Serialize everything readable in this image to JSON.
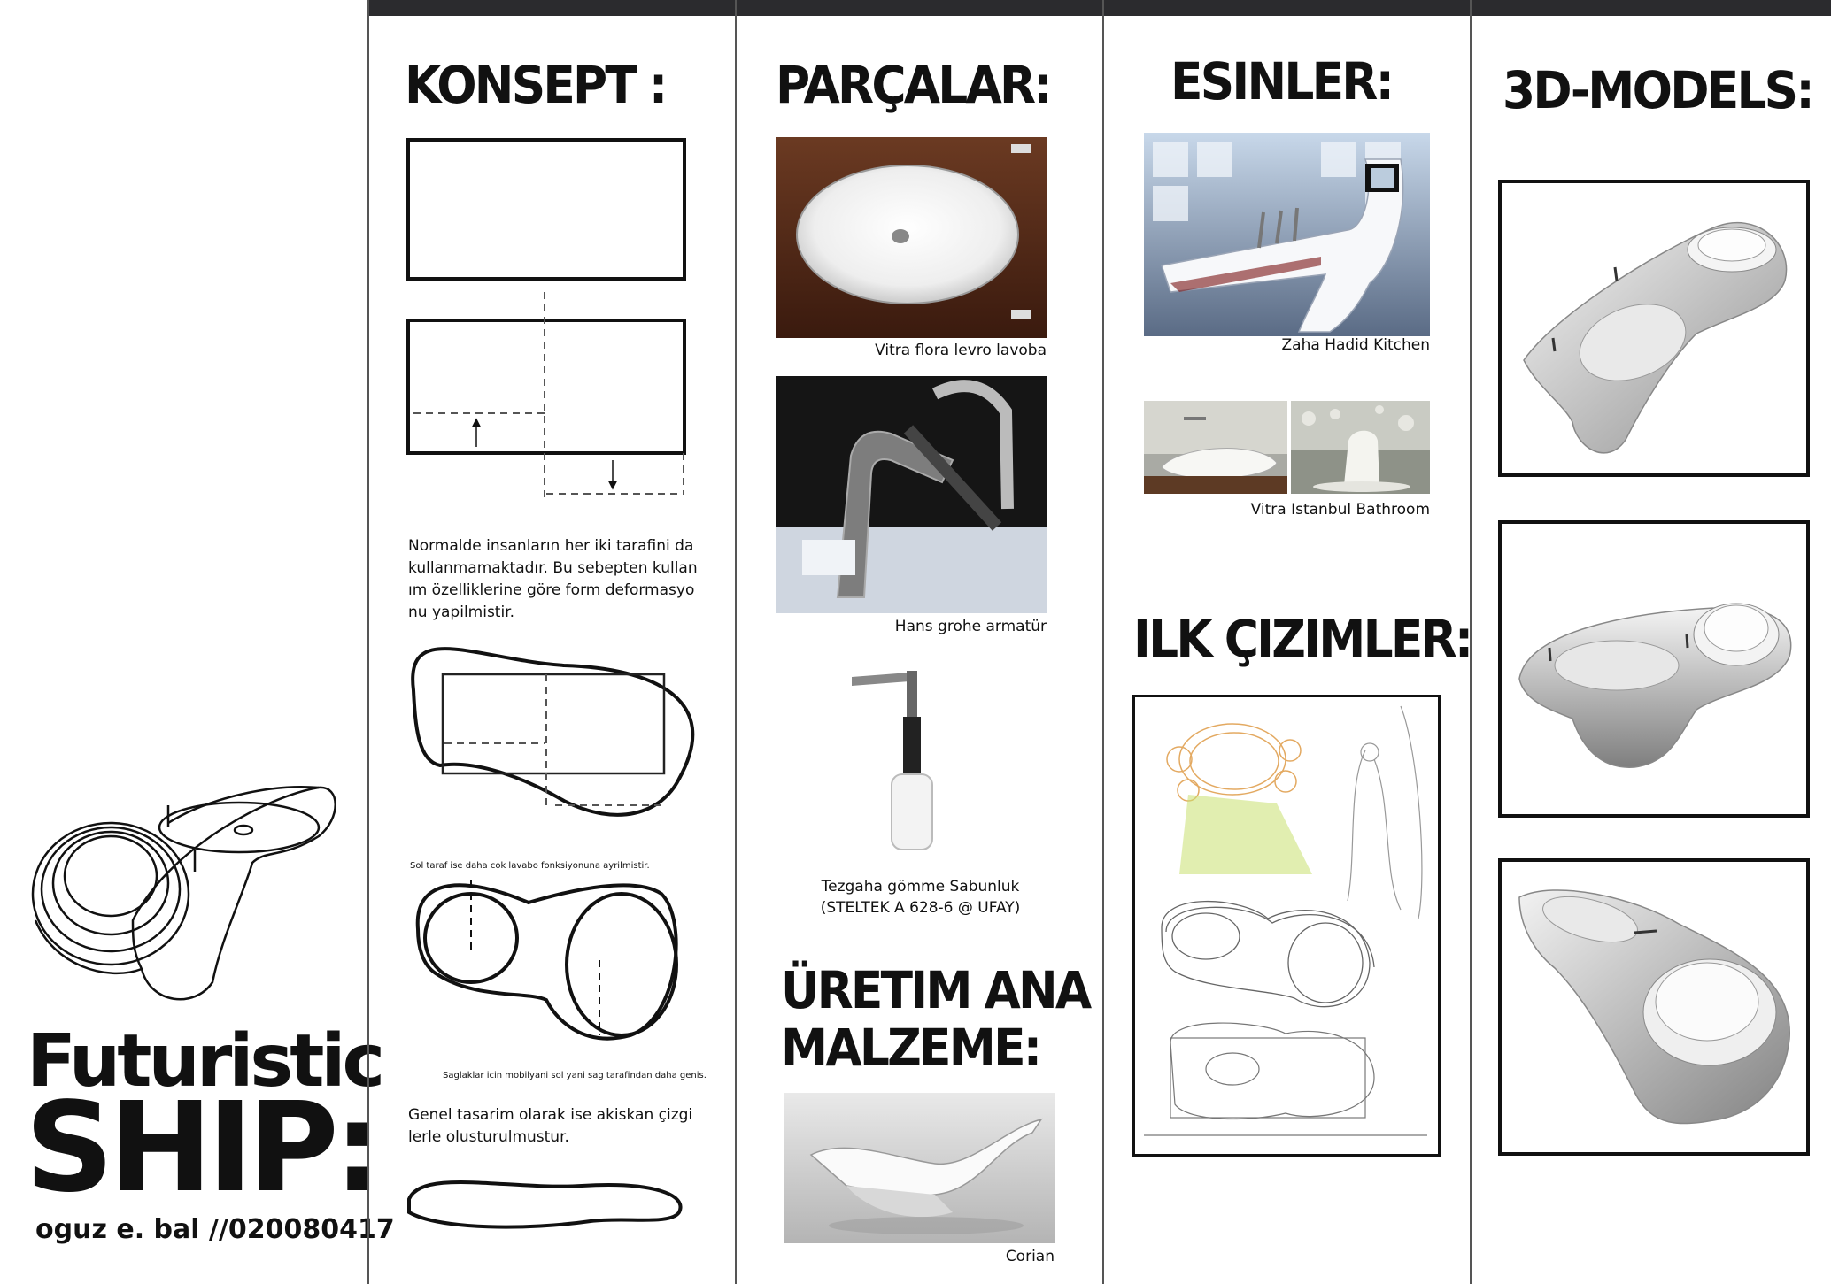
{
  "brand": {
    "title_line1": "Futuristic",
    "title_line2": "SHIP:",
    "author": "oguz e. bal //020080417"
  },
  "konsept": {
    "heading": "KONSEPT :",
    "paragraph1": "Normalde insanların her iki tarafini da kullanmamaktadır. Bu sebepten kullan ım özelliklerine göre form deformasyo nu yapilmistir.",
    "note1": "Sol taraf ise daha cok lavabo fonksiyonuna ayrilmistir.",
    "note2": "Saglaklar icin mobilyani sol yani sag tarafindan daha genis.",
    "paragraph2": "Genel tasarim olarak ise akiskan çizgi lerle olusturulmustur."
  },
  "parcalar": {
    "heading": "PARÇALAR:",
    "items": [
      {
        "caption": "Vitra flora levro lavoba"
      },
      {
        "caption": "Hans grohe armatür"
      },
      {
        "caption_line1": "Tezgaha gömme Sabunluk",
        "caption_line2": "(STELTEK A 628-6 @ UFAY)"
      }
    ]
  },
  "uretim": {
    "heading_line1": "ÜRETIM ANA",
    "heading_line2": "MALZEME:",
    "caption": "Corian"
  },
  "esinler": {
    "heading": "ESINLER:",
    "items": [
      {
        "caption": "Zaha Hadid Kitchen"
      },
      {
        "caption": "Vitra Istanbul Bathroom"
      }
    ]
  },
  "ilk_cizimler": {
    "heading": "ILK ÇIZIMLER:"
  },
  "models": {
    "heading": "3D-MODELS:"
  }
}
